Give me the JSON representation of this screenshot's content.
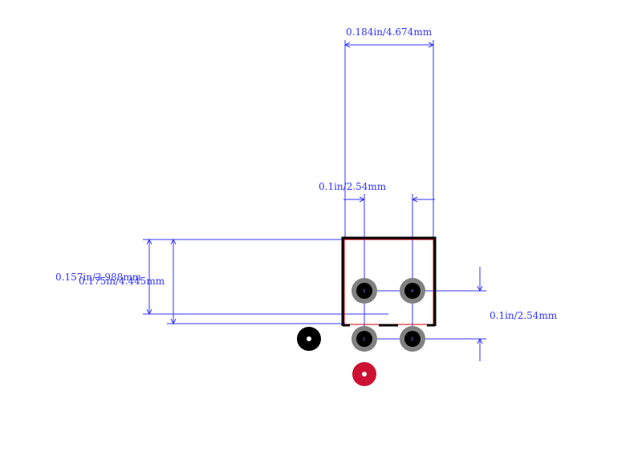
{
  "dimensions": {
    "top_width": "0.184in/4.674mm",
    "pitch_horizontal": "0.1in/2.54mm",
    "height_outer": "0.175in/4.445mm",
    "height_inner": "0.157in/3.988mm",
    "pitch_vertical": "0.1in/2.54mm"
  },
  "pins": [
    {
      "id": "pin-3",
      "label": "3"
    },
    {
      "id": "pin-4",
      "label": "4"
    },
    {
      "id": "pin-1",
      "label": "1"
    },
    {
      "id": "pin-2",
      "label": "2"
    }
  ],
  "colors": {
    "dimension": "#3333ff",
    "outline": "#000000",
    "courtyard": "#cc0000",
    "pad_ring": "#808080",
    "marker_red": "#cc1133"
  }
}
